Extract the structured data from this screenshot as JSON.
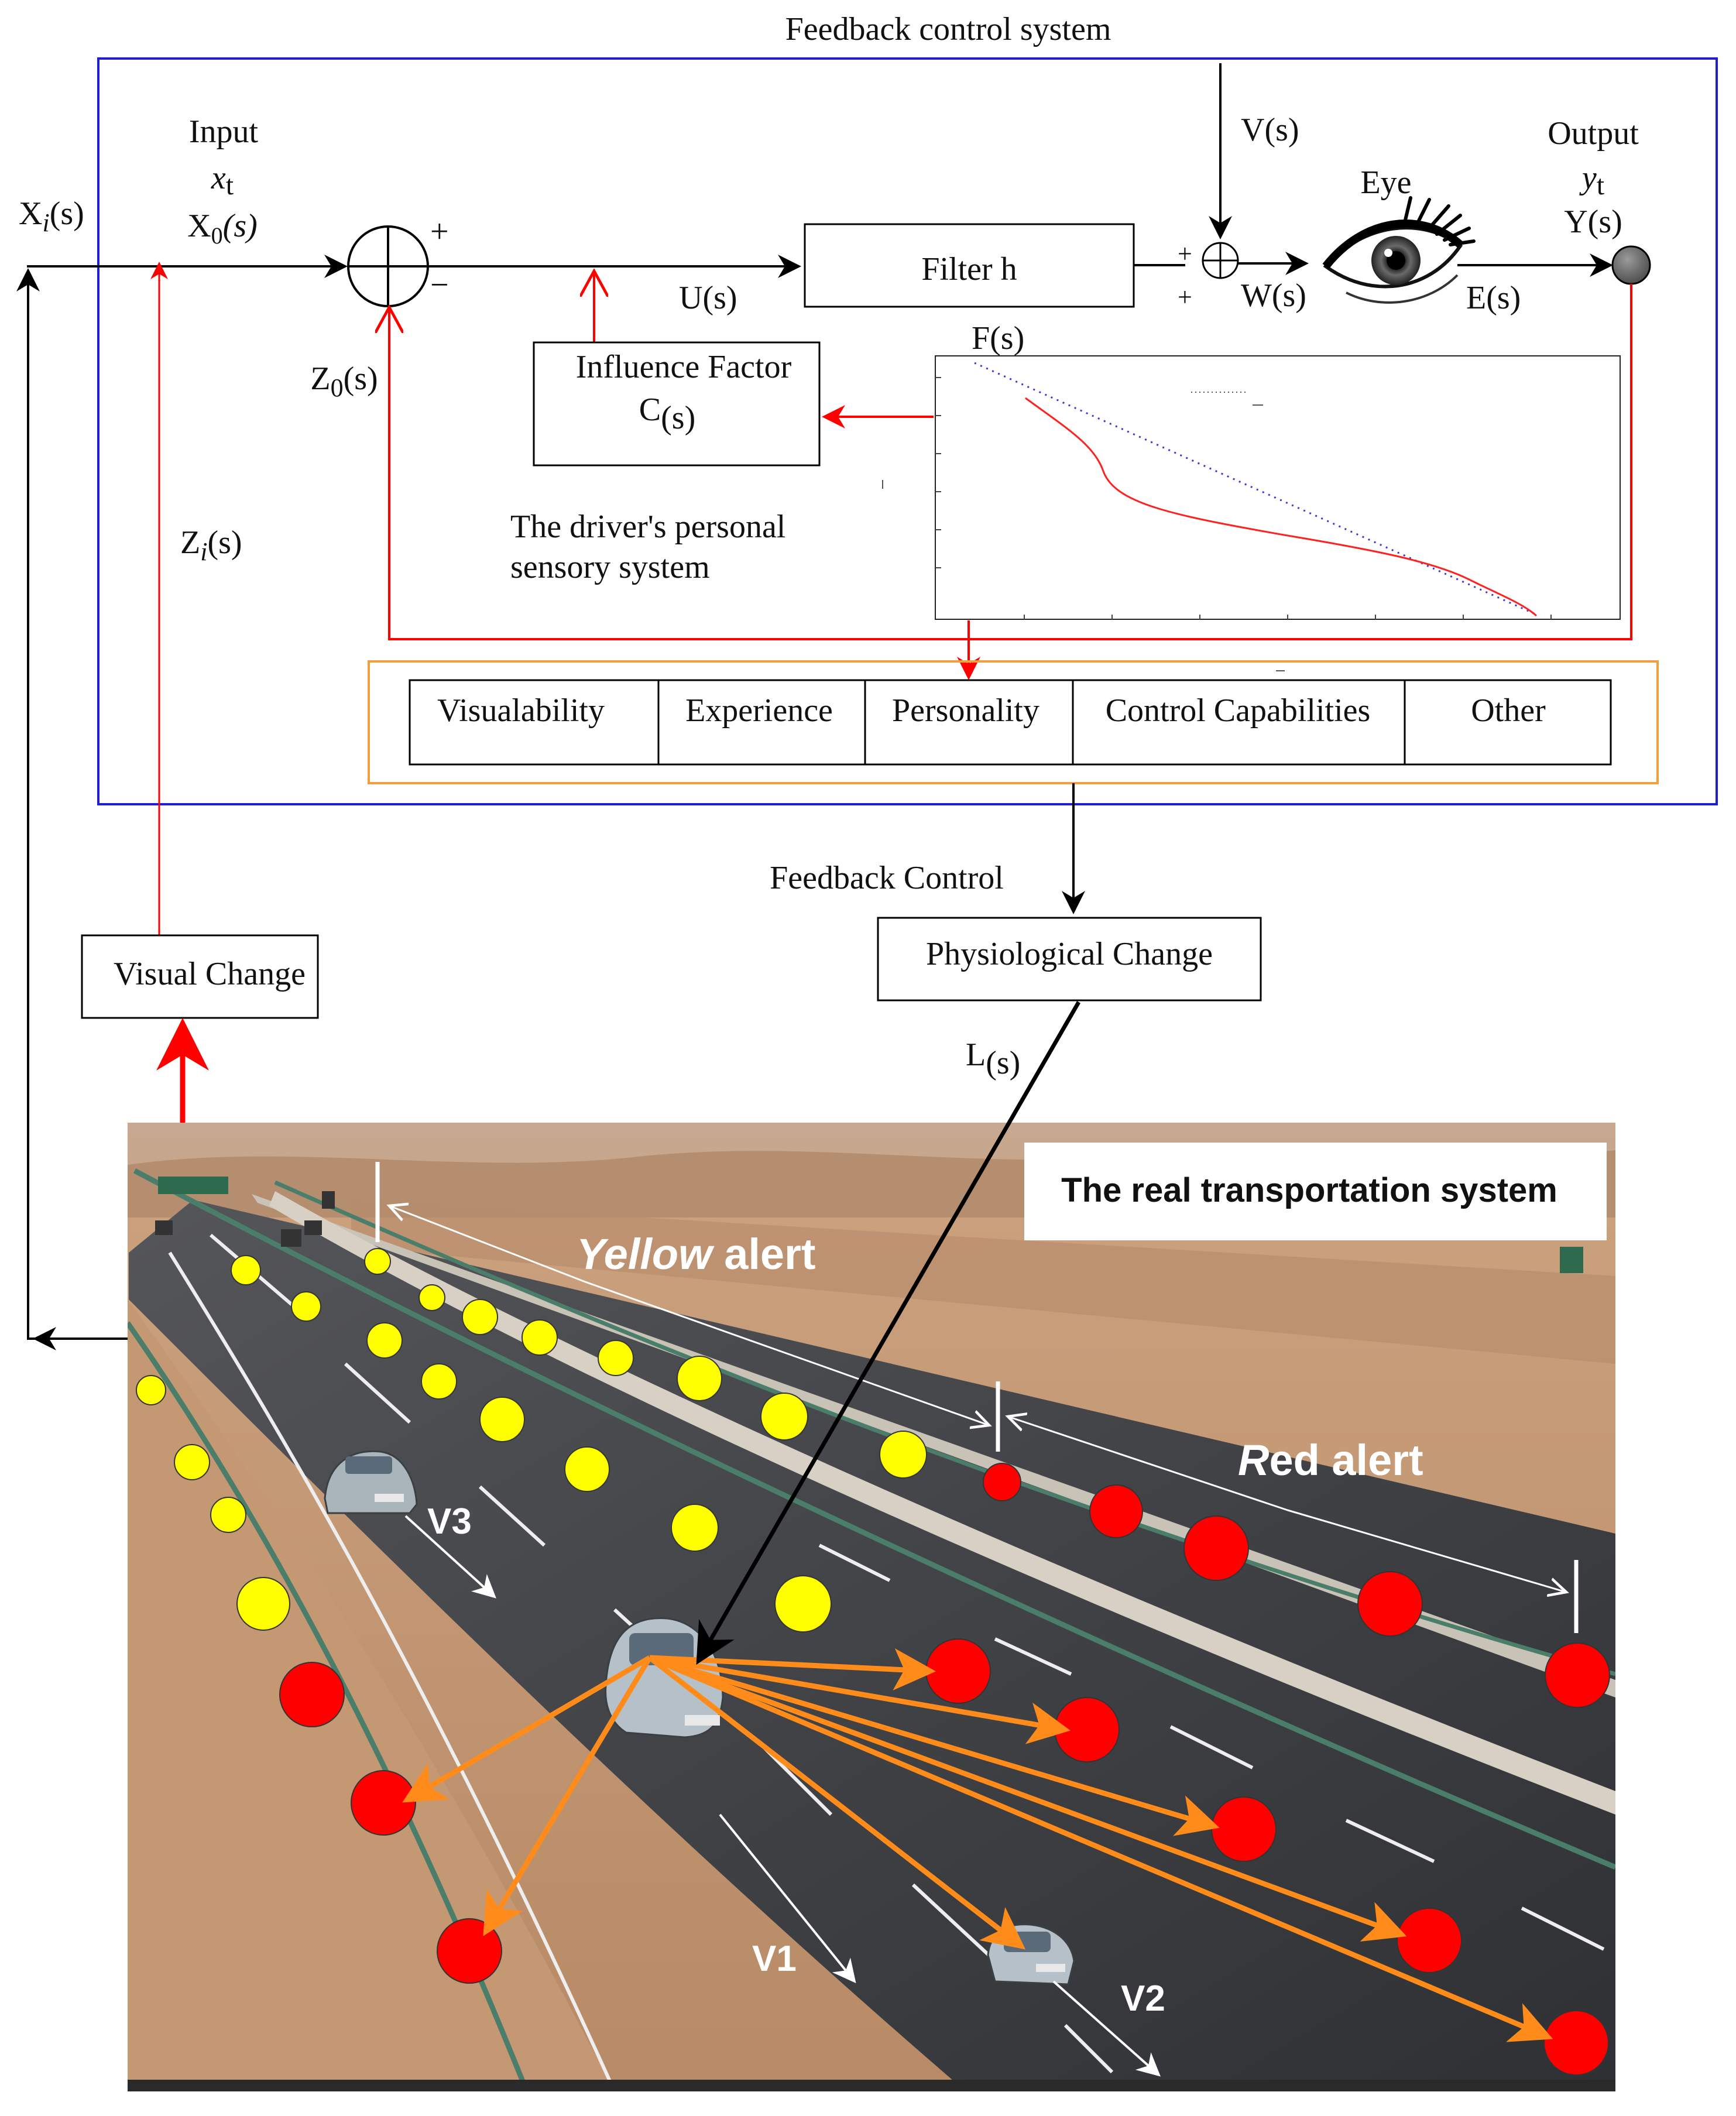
{
  "title": "Feedback control system",
  "input": {
    "label": "Input",
    "symbol": "x",
    "sub": "t",
    "func": "X",
    "func_sub": "0",
    "func_arg": "(s)"
  },
  "xi": {
    "main": "X",
    "sub": "i",
    "rest": "(s)"
  },
  "zi": {
    "main": "Z",
    "sub": "i",
    "rest": "(s)"
  },
  "z0": {
    "main": "Z",
    "sub": "0",
    "rest": "(s)"
  },
  "signs": {
    "plus": "+",
    "minus": "−"
  },
  "u_label": "U(s)",
  "v_label": "V(s)",
  "w_label": "W(s)",
  "e_label": "E(s)",
  "f_label": "F(s)",
  "eye_label": "Eye",
  "output": {
    "label": "Output",
    "symbol": "y",
    "sub": "t",
    "func": "Y(s)"
  },
  "filter_label": "Filter  h",
  "influence": {
    "line1": "Influence Factor",
    "c_main": "C",
    "c_sub": "(s)"
  },
  "sensory": {
    "line1": "The driver's personal",
    "line2": "sensory system"
  },
  "factors": [
    "Visualability",
    "Experience",
    "Personality",
    "Control Capabilities",
    "Other"
  ],
  "feedback_control": "Feedback Control",
  "physiological_change": "Physiological Change",
  "visual_change": "Visual Change",
  "l_label": {
    "main": "L",
    "sub": "(s)"
  },
  "photo": {
    "title": "The real transportation system",
    "yellow_alert": {
      "italic": "Yellow",
      "rest": " alert"
    },
    "red_alert": {
      "italic": "R",
      "rest": "ed alert"
    },
    "speeds": [
      "V3",
      "V1",
      "V2"
    ]
  },
  "colors": {
    "frame": "#1f1fd0",
    "factor_frame": "#f0a040",
    "red": "#ff0000",
    "orange": "#ff8c1a",
    "yellow": "#ffff00"
  }
}
